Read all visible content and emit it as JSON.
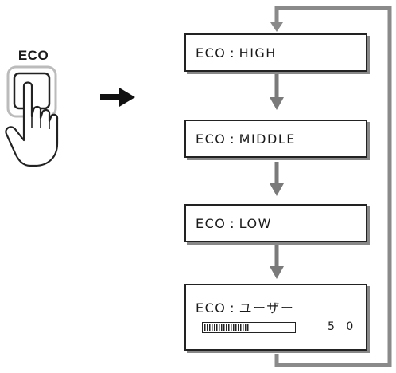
{
  "button": {
    "label": "ECO"
  },
  "modes": [
    {
      "label": "ECO : HIGH"
    },
    {
      "label": "ECO : MIDDLE"
    },
    {
      "label": "ECO : LOW"
    },
    {
      "label": "ECO : ユーザー"
    }
  ],
  "user_level": {
    "value_text": "5 0",
    "fraction": 0.5
  },
  "icons": {
    "button": "hand-pressing-button-icon",
    "advance": "right-arrow-icon",
    "flow": "down-arrow-icon",
    "loop": "loop-back-arrow-icon"
  },
  "colors": {
    "line": "#222222",
    "connector": "#7a7a7a",
    "loop": "#8a8a8a",
    "shadow": "#888888"
  }
}
